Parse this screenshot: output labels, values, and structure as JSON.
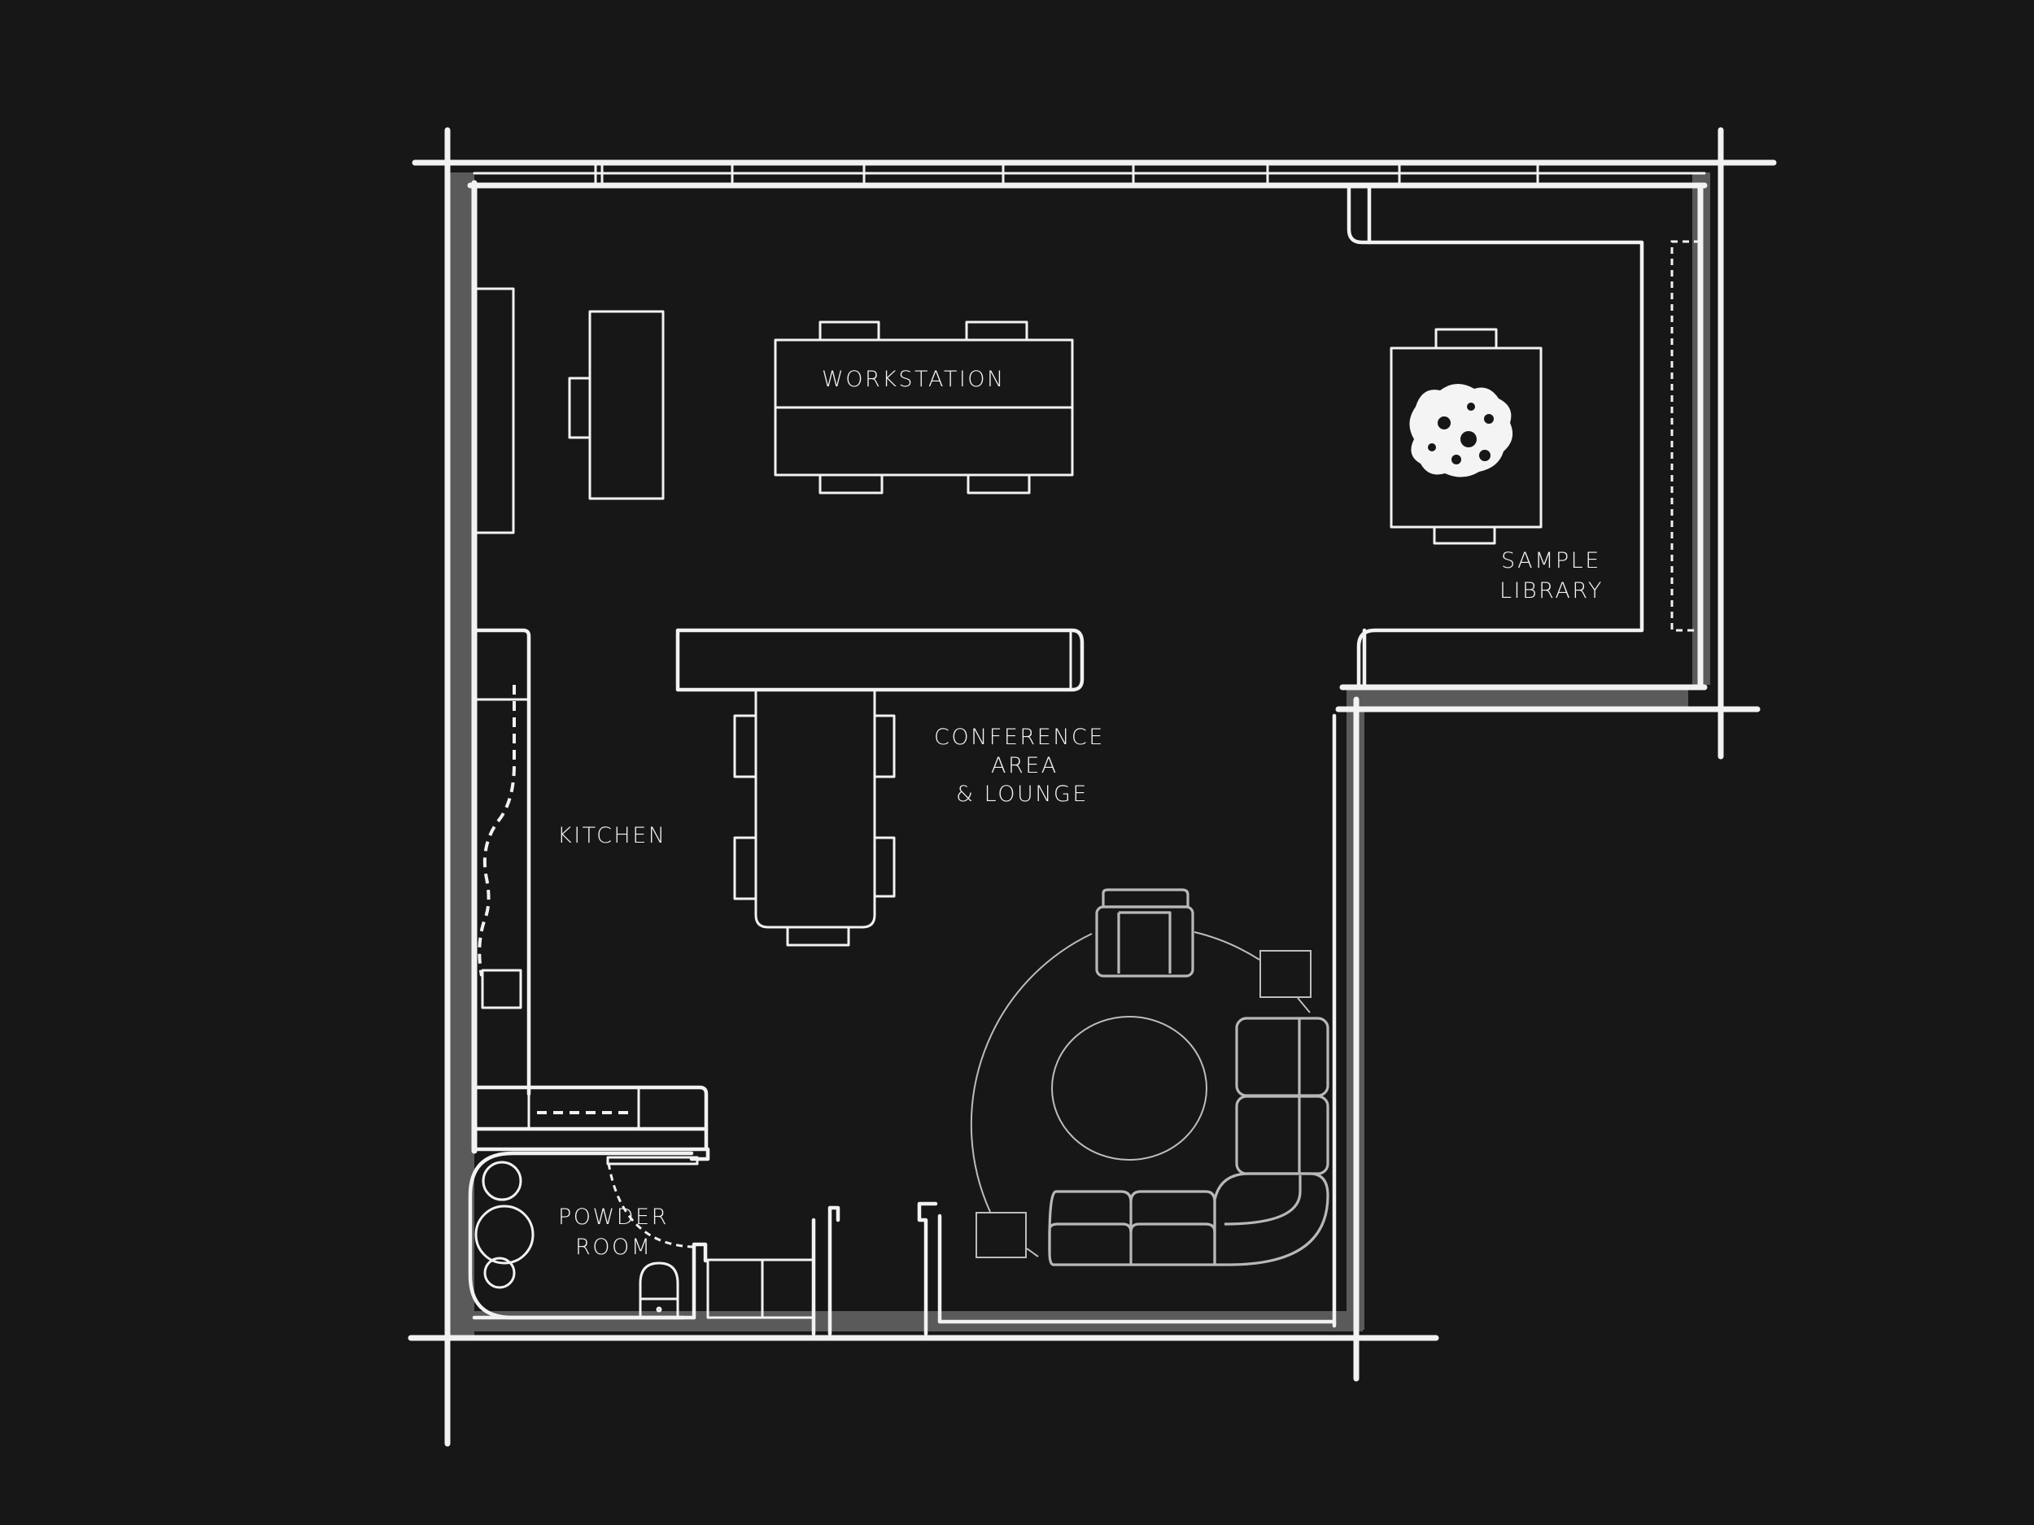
{
  "plan": {
    "rooms": {
      "workstation": {
        "label": "WORKSTATION"
      },
      "sample_library": {
        "line1": "SAMPLE",
        "line2": "LIBRARY"
      },
      "conference": {
        "line1": "CONFERENCE",
        "line2": "AREA",
        "line3": "& LOUNGE"
      },
      "kitchen": {
        "label": "KITCHEN"
      },
      "powder_room": {
        "line1": "POWDER",
        "line2": "ROOM"
      }
    },
    "colors": {
      "background": "#171717",
      "linework": "#f2f2f2",
      "wall_fill": "#5a5a5a",
      "lounge_furniture": "#b8b8b8"
    }
  }
}
